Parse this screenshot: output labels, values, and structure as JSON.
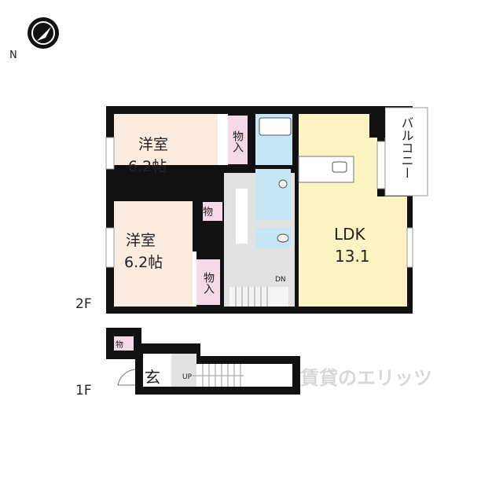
{
  "compass": {
    "label": "N",
    "icon": "north-arrow-icon"
  },
  "floors": {
    "second": {
      "label": "2F",
      "rooms": {
        "bedroom1": {
          "name": "洋室",
          "size": "6.2帖"
        },
        "bedroom2": {
          "name": "洋室",
          "size": "6.2帖"
        },
        "closet1": "物入",
        "closet2": "物入",
        "storage_small": "物",
        "ldk": {
          "name": "LDK",
          "size": "13.1"
        },
        "balcony": "バルコニー",
        "stairs_label": "DN"
      }
    },
    "first": {
      "label": "1F",
      "rooms": {
        "entrance": "玄",
        "storage": "物",
        "stairs_label": "UP"
      }
    }
  },
  "watermark": "賃貸のエリッツ",
  "colors": {
    "bedroom": "#fcece0",
    "closet": "#f6d9e6",
    "wet_area": "#c7e6f5",
    "ldk": "#fdf3c3",
    "hall": "#e2e2e2",
    "wall": "#111111"
  }
}
